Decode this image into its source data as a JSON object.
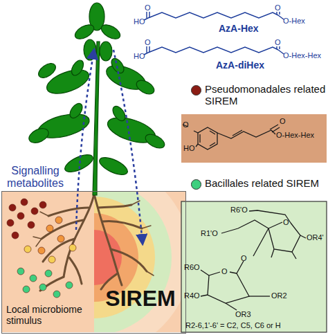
{
  "diagram": {
    "nodes": [
      {
        "text": [
          "Local microbiome stimulus"
        ]
      },
      {
        "text": [
          "SIREM"
        ],
        "in": 0
      }
    ],
    "labels": [
      "O",
      "HO",
      "O",
      "O-Hex",
      "AzA-Hex",
      "O",
      "HO",
      "O",
      "O-Hex-Hex",
      "AzA-diHex",
      "Signalling metabolites",
      "O",
      "HO",
      "O",
      "O-Hex-Hex",
      "R6'O",
      "O",
      "OR4'",
      "R1'O",
      "O",
      "R6O",
      "R4O",
      "O",
      "OR2",
      "OR3",
      "R2-6,1'-6' = C2, C5, C6 or H"
    ],
    "legend": [
      {
        "text": "Pseudomonadales related SIREM",
        "color": "#8b1c14"
      },
      {
        "text": "Bacillales related SIREM",
        "color": "#3fcf7f"
      }
    ]
  }
}
